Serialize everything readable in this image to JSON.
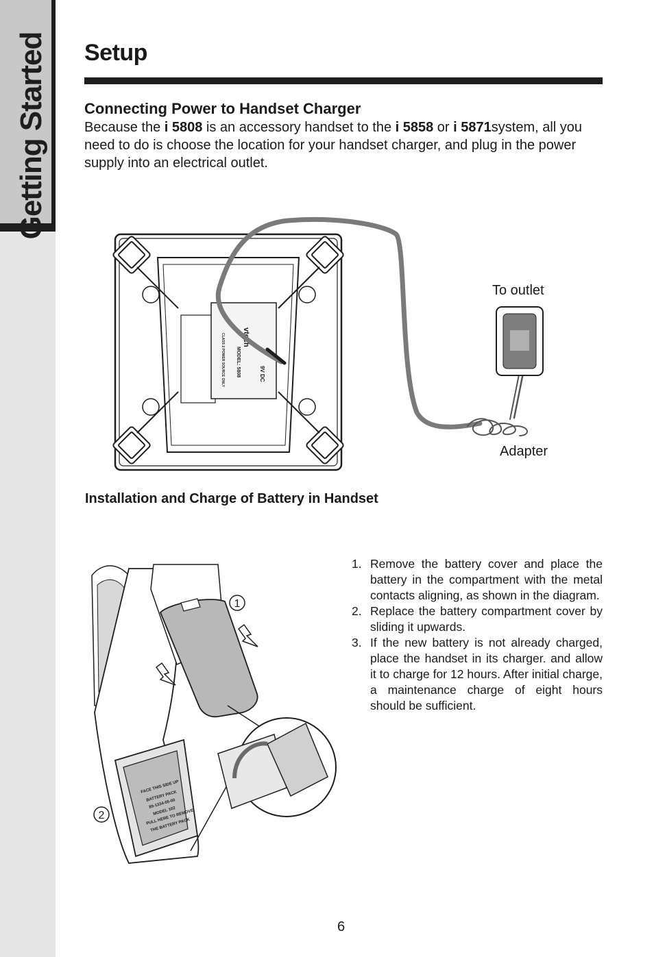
{
  "sidebar": {
    "label": "Getting Started"
  },
  "page": {
    "title": "Setup",
    "number": "6"
  },
  "section1": {
    "heading": "Connecting Power to Handset Charger",
    "intro": {
      "t1": "Because the ",
      "b1": "i 5808",
      "t2": " is an accessory handset to the ",
      "b2": "i 5858",
      "t3": " or ",
      "b3": "i 5871",
      "t4": "system, all you need to do is choose the location for your handset charger, and plug in the power supply into an electrical outlet."
    },
    "figure": {
      "outlet_label": "To  outlet",
      "adapter_label": "Adapter",
      "charger_label_lines": [
        "vtech",
        "MODEL: 5808",
        "9V DC",
        "CLASS 2 POWER SOURCE ONLY"
      ]
    }
  },
  "section2": {
    "heading": "Installation and Charge of Battery in Handset",
    "steps": [
      {
        "num": "1.",
        "text": "Remove the battery cover and place the battery in the compartment with the metal contacts aligning, as shown in the diagram."
      },
      {
        "num": "2.",
        "text": "Replace the battery compartment cover by sliding it upwards."
      },
      {
        "num": "3.",
        "text": "If the new battery is not already charged, place the handset in its charger.  and allow it to charge for 12 hours. After initial charge, a maintenance charge of eight hours should be sufficient."
      }
    ],
    "figure": {
      "callout_1": "1",
      "callout_2": "2",
      "battery_label_lines": [
        "FACE THIS SIDE UP",
        "BATTERY PACK",
        "89-1334-05-00",
        "MODEL 102",
        "PULL HERE TO REMOVE",
        "THE BATTERY PACK"
      ]
    }
  }
}
